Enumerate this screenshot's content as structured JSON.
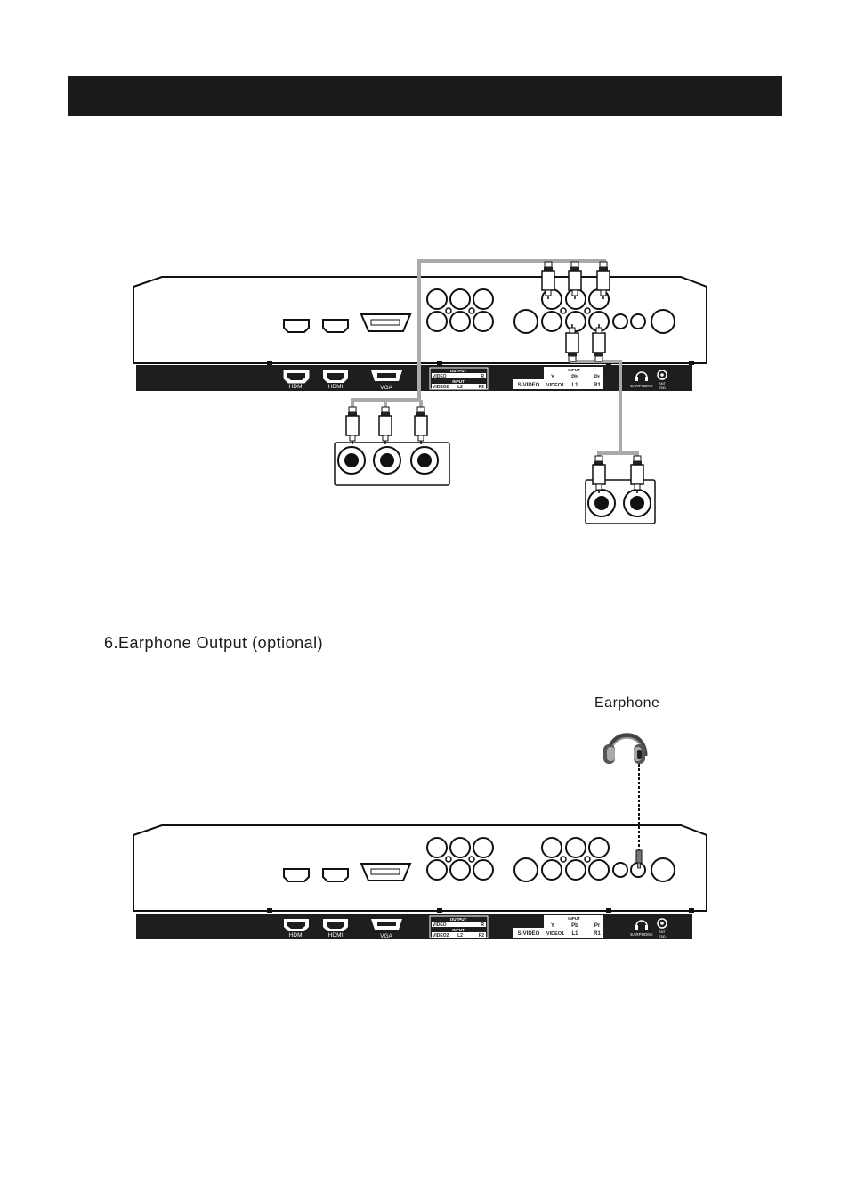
{
  "section": {
    "title": "6.Earphone Output (optional)"
  },
  "earphone_label": "Earphone",
  "panel": {
    "hdmi1": "HDMI",
    "hdmi2": "HDMI",
    "vga": "VGA",
    "output": "OUTPUT",
    "video": "VIDEO",
    "r": "R",
    "input": "INPUT",
    "video2": "VIDEO2",
    "l2": "L2",
    "r2": "R2",
    "input_right": "INPUT",
    "y": "Y",
    "pb": "Pb",
    "pr": "Pr",
    "svideo": "S-VIDEO",
    "video1": "VIDEO1",
    "l1": "L1",
    "r1": "R1",
    "earphone": "EARPHONE",
    "ant": "ANT",
    "ant_ohm": "75Ω"
  },
  "colors": {
    "header": "#1b1b1b",
    "cable": "#a9a9a9",
    "panel_strip": "#1e1e1e"
  }
}
